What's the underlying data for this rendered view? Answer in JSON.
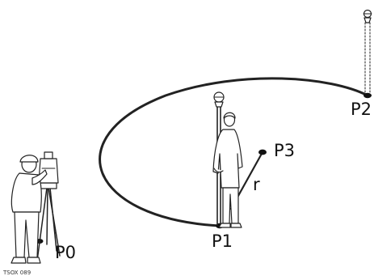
{
  "labels": {
    "p0": "P0",
    "p1": "P1",
    "p2": "P2",
    "p3": "P3",
    "radius": "r",
    "figure_code": "TSOX 089"
  },
  "icons": {
    "surveyor": "surveyor-with-total-station-icon",
    "rod_person": "person-holding-prism-pole-icon",
    "prism_pole": "prism-pole-icon"
  },
  "colors": {
    "ink": "#222222",
    "background": "#ffffff"
  }
}
